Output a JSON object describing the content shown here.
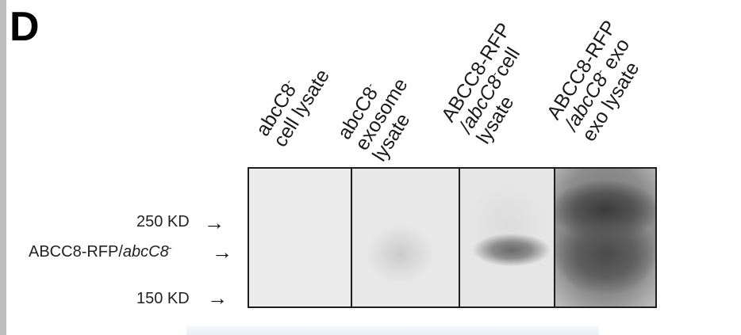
{
  "panel_label": "D",
  "lanes": [
    {
      "lines": [
        "abcC8",
        "cell lysate"
      ],
      "sup": "-"
    },
    {
      "lines": [
        "abcC8",
        "exosome",
        "lysate"
      ],
      "sup": "-"
    },
    {
      "lines": [
        "ABCC8-RFP",
        "/abcC8",
        "cell",
        "lysate"
      ],
      "sup": "-"
    },
    {
      "lines": [
        "ABCC8-RFP",
        "/abcC8",
        "exo",
        "exo lysate"
      ],
      "sup": "-"
    }
  ],
  "markers": {
    "m250": "250 KD",
    "band": "ABCC8-RFP/",
    "band_italic": "abcC8",
    "band_sup": "-",
    "m150": "150 KD"
  },
  "arrow_glyph": "→"
}
